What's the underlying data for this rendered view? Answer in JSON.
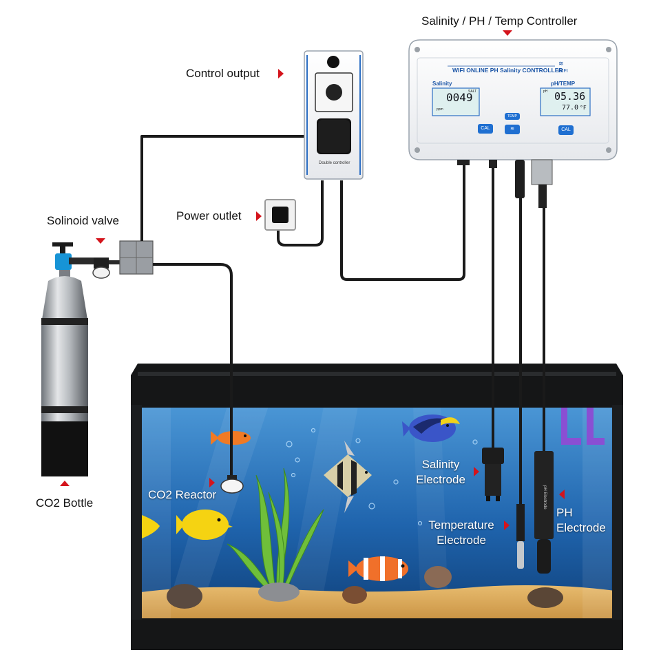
{
  "labels": {
    "controller": "Salinity / PH / Temp Controller",
    "control_output": "Control output",
    "power_outlet": "Power outlet",
    "solenoid_valve": "Solinoid valve",
    "co2_bottle": "CO2 Bottle",
    "co2_reactor": "CO2 Reactor",
    "salinity_electrode_line1": "Salinity",
    "salinity_electrode_line2": "Electrode",
    "temperature_electrode_line1": "Temperature",
    "temperature_electrode_line2": "Electrode",
    "ph_electrode_line1": "PH",
    "ph_electrode_line2": "Electrode"
  },
  "controller_device": {
    "header": "WIFI ONLINE PH Salinity CONTROLLER",
    "wifi_tag": "WIFI",
    "salinity_title": "Salinity",
    "salinity_unit": "SALT",
    "salinity_value": "0049",
    "salinity_sub": "ppm",
    "ph_temp_title": "pH/TEMP",
    "ph_unit": "pH",
    "ph_value": "05.36",
    "temp_value": "77.0",
    "temp_unit": "°F",
    "btn_cal_left": "CAL",
    "btn_temp": "TEMP",
    "btn_cal_right": "CAL"
  },
  "output_device": {
    "label": "Double controller"
  },
  "probes": {
    "ph_probe_text": "pH Electrode"
  },
  "colors": {
    "marker": "#d4141c",
    "device_blue": "#1f6fd1",
    "water_top": "#3a86c9",
    "water_bottom": "#0f3f78",
    "sand": "#d9a85a",
    "cable": "#1a1a1a"
  }
}
